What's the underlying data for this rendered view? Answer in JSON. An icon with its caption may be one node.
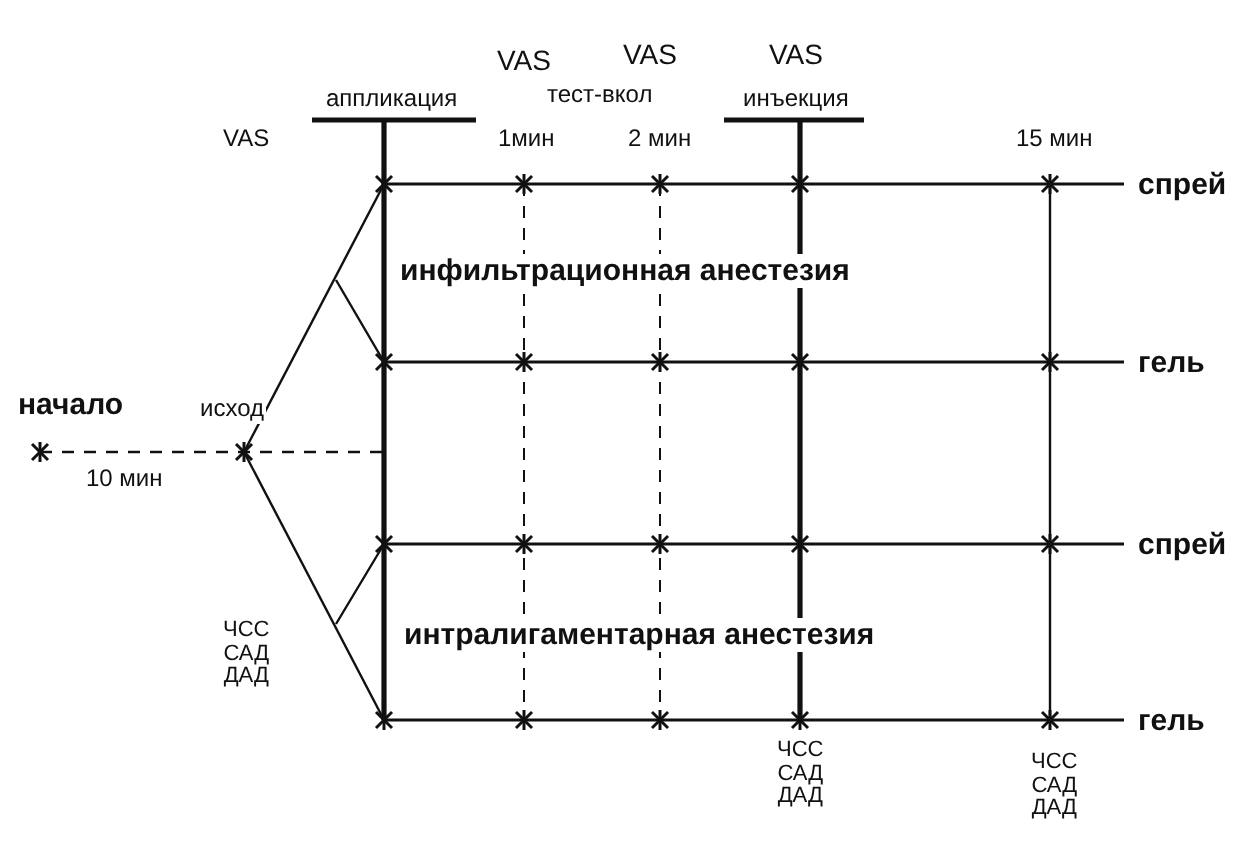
{
  "diagram": {
    "labels": [
      "VAS",
      "VAS",
      "VAS",
      "аппликация",
      "тест-вкол",
      "инъекция",
      "VAS",
      "1мин",
      "2 мин",
      "15 мин",
      "спрей",
      "инфильтрационная анестезия",
      "гель",
      "начало",
      "исход",
      "10 мин",
      "спрей",
      "ЧСС САД ДАД",
      "интралигаментарная анестезия",
      "гель",
      "ЧСС САД ДАД",
      "ЧСС САД ДАД"
    ]
  }
}
